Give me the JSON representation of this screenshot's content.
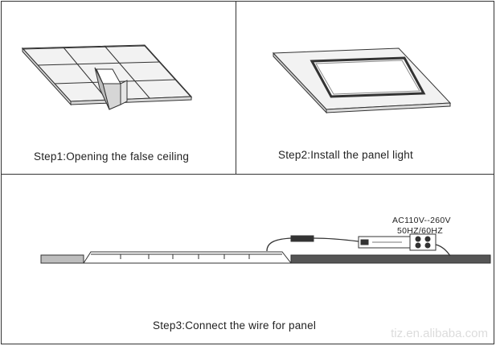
{
  "steps": {
    "step1": {
      "caption": "Step1:Opening the false ceiling"
    },
    "step2": {
      "caption": "Step2:Install the panel light"
    },
    "step3": {
      "caption": "Step3:Connect the wire for panel"
    }
  },
  "driver": {
    "voltage": "AC110V--260V",
    "frequency": "50HZ/60HZ"
  },
  "watermark": "tiz.en.alibaba.com",
  "colors": {
    "frame": "#333333",
    "ceiling_fill": "#f2f2f2",
    "dark_bar": "#555555"
  }
}
